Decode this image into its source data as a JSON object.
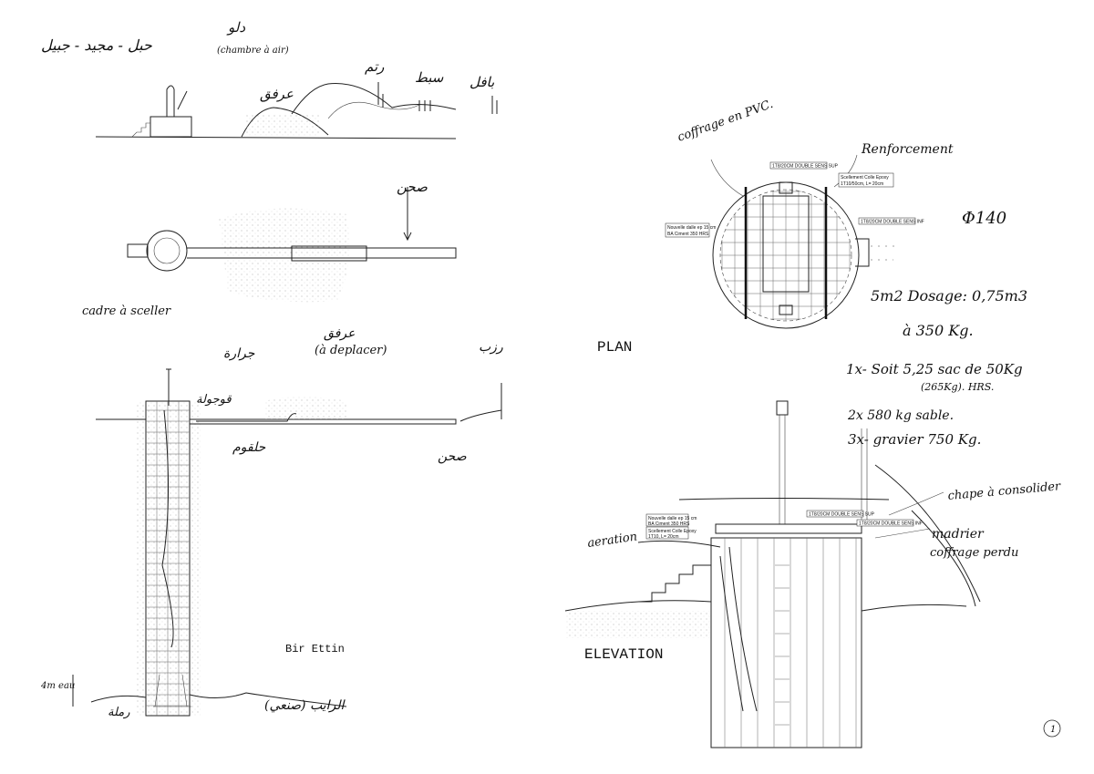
{
  "left_sheet": {
    "top_labels": {
      "rope": "حبل - مجيد - جبيل",
      "bucket": "دلو",
      "bucket_note": "(chambre à air)",
      "plant_1": "رتم",
      "plant_2": "سبط",
      "plant_3": "بافل",
      "dune": "عرفق"
    },
    "plan_labels": {
      "courtyard": "صحن",
      "frame": "cadre à sceller",
      "dune": "عرفق",
      "dune_note": "(à deplacer)"
    },
    "section_labels": {
      "pulley": "جرارة",
      "trough_top": "قوجولة",
      "throat": "حلقوم",
      "bucket_right": "رزب",
      "courtyard": "صحن",
      "title": "Bir Ettin",
      "water_level": "4m eau",
      "sand": "رملة",
      "hardpan": "(صنعي) الرايب"
    }
  },
  "right_sheet": {
    "plan": {
      "title": "PLAN",
      "formwork": "coffrage en PVC.",
      "reinforcement": "Renforcement",
      "pipe": "Φ140",
      "tag_top": "1T8/20CM DOUBLE SENS SUP",
      "tag_anchor_1": "Scellement Colle Epoxy",
      "tag_anchor_2": "1T10/50cm, L= 20cm",
      "tag_bottom": "1T8/20CM DOUBLE SENS INF",
      "tag_slab_1": "Nouvelle dalle ep 15 cm",
      "tag_slab_2": "BA Ciment 350 HRS"
    },
    "notes": {
      "line1": "5m2 Dosage: 0,75m3",
      "line2": "à 350 Kg.",
      "line3": "1x- Soit 5,25 sac de 50Kg",
      "line4": "(265Kg).      HRS.",
      "line5": "2x    580 kg sable.",
      "line6": "3x-   gravier 750 Kg."
    },
    "elevation": {
      "title": "ELEVATION",
      "aeration": "aeration",
      "screed": "chape à consolider",
      "plank": "madrier",
      "lost_formwork": "coffrage perdu",
      "tag_top": "1T8/20CM DOUBLE SENS SUP",
      "tag_bottom": "1T8/20CM DOUBLE SENS INF",
      "tag_slab_1": "Nouvelle dalle ep 15 cm",
      "tag_slab_2": "BA Ciment 350 HRS",
      "tag_anchor_1": "Scellement Colle Epoxy",
      "tag_anchor_2": "1T10, L= 20cm"
    },
    "page_number": "1"
  }
}
